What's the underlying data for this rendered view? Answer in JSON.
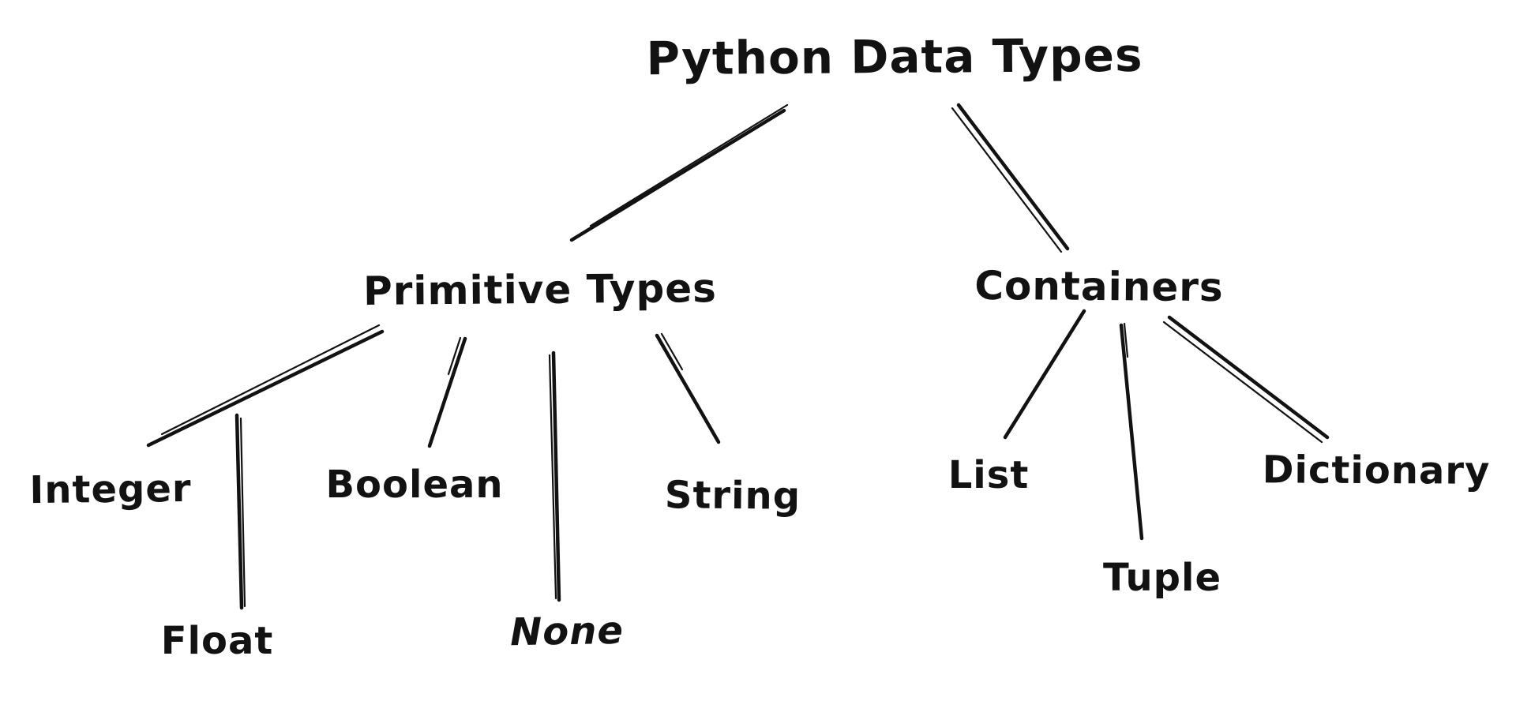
{
  "diagram": {
    "title": "Python Data Types",
    "colors": {
      "ink": "#121212",
      "background": "#ffffff"
    },
    "nodes": {
      "root": {
        "label": "Python Data Types"
      },
      "primitive": {
        "label": "Primitive Types"
      },
      "containers": {
        "label": "Containers"
      },
      "integer": {
        "label": "Integer"
      },
      "float": {
        "label": "Float"
      },
      "boolean": {
        "label": "Boolean"
      },
      "none": {
        "label": "None"
      },
      "string": {
        "label": "String"
      },
      "list": {
        "label": "List"
      },
      "tuple": {
        "label": "Tuple"
      },
      "dictionary": {
        "label": "Dictionary"
      }
    },
    "edges": [
      {
        "from": "root",
        "to": "primitive"
      },
      {
        "from": "root",
        "to": "containers"
      },
      {
        "from": "primitive",
        "to": "integer"
      },
      {
        "from": "primitive",
        "to": "float"
      },
      {
        "from": "primitive",
        "to": "boolean"
      },
      {
        "from": "primitive",
        "to": "none"
      },
      {
        "from": "primitive",
        "to": "string"
      },
      {
        "from": "containers",
        "to": "list"
      },
      {
        "from": "containers",
        "to": "tuple"
      },
      {
        "from": "containers",
        "to": "dictionary"
      }
    ]
  }
}
